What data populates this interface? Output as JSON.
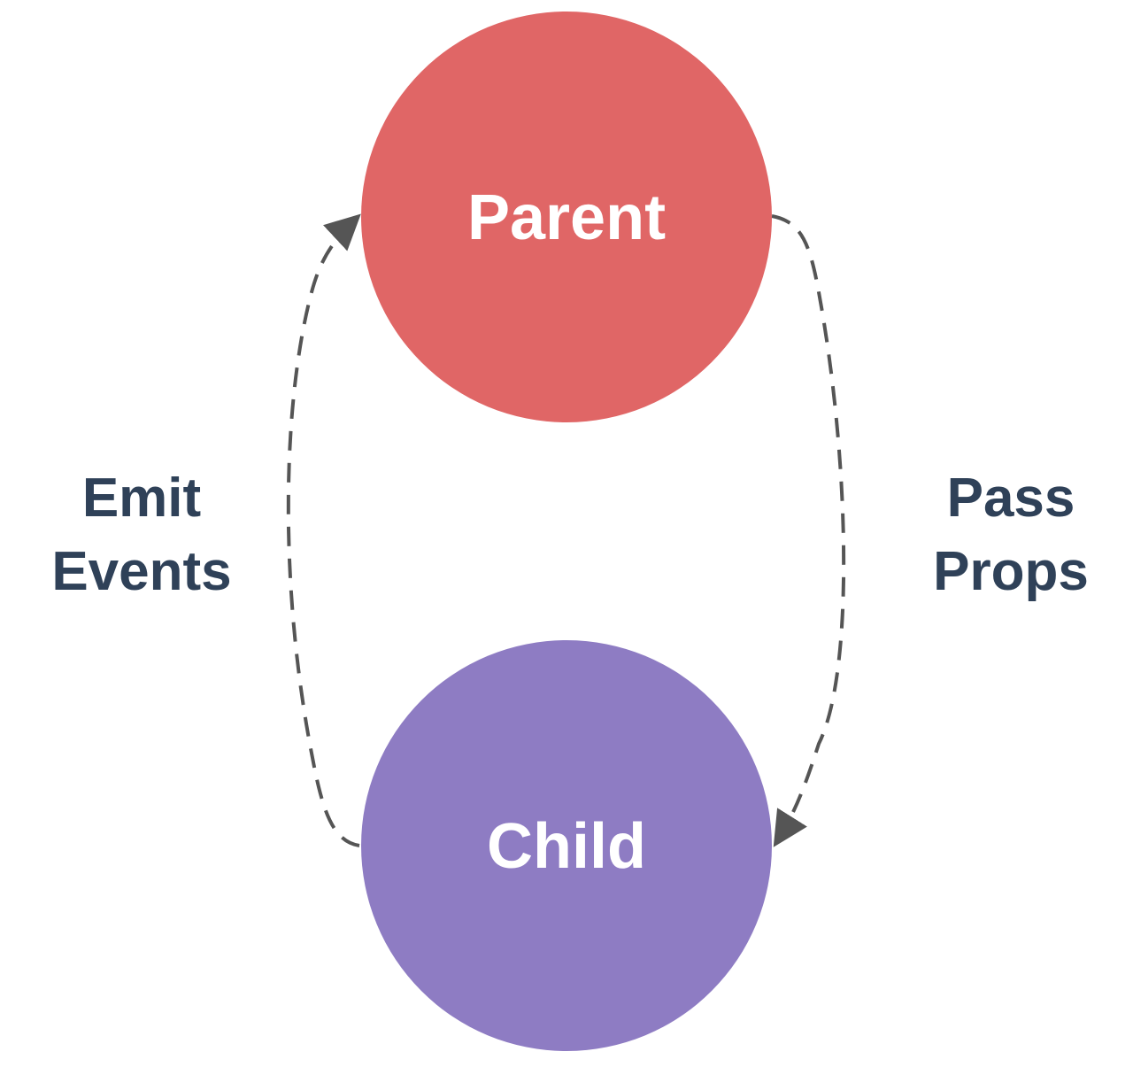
{
  "nodes": {
    "parent": {
      "label": "Parent",
      "color": "#E06666"
    },
    "child": {
      "label": "Child",
      "color": "#8E7CC3"
    }
  },
  "edges": {
    "emit": {
      "line1": "Emit",
      "line2": "Events"
    },
    "pass": {
      "line1": "Pass",
      "line2": "Props"
    }
  },
  "colors": {
    "edge_label": "#2F4158",
    "arrow": "#555555"
  }
}
